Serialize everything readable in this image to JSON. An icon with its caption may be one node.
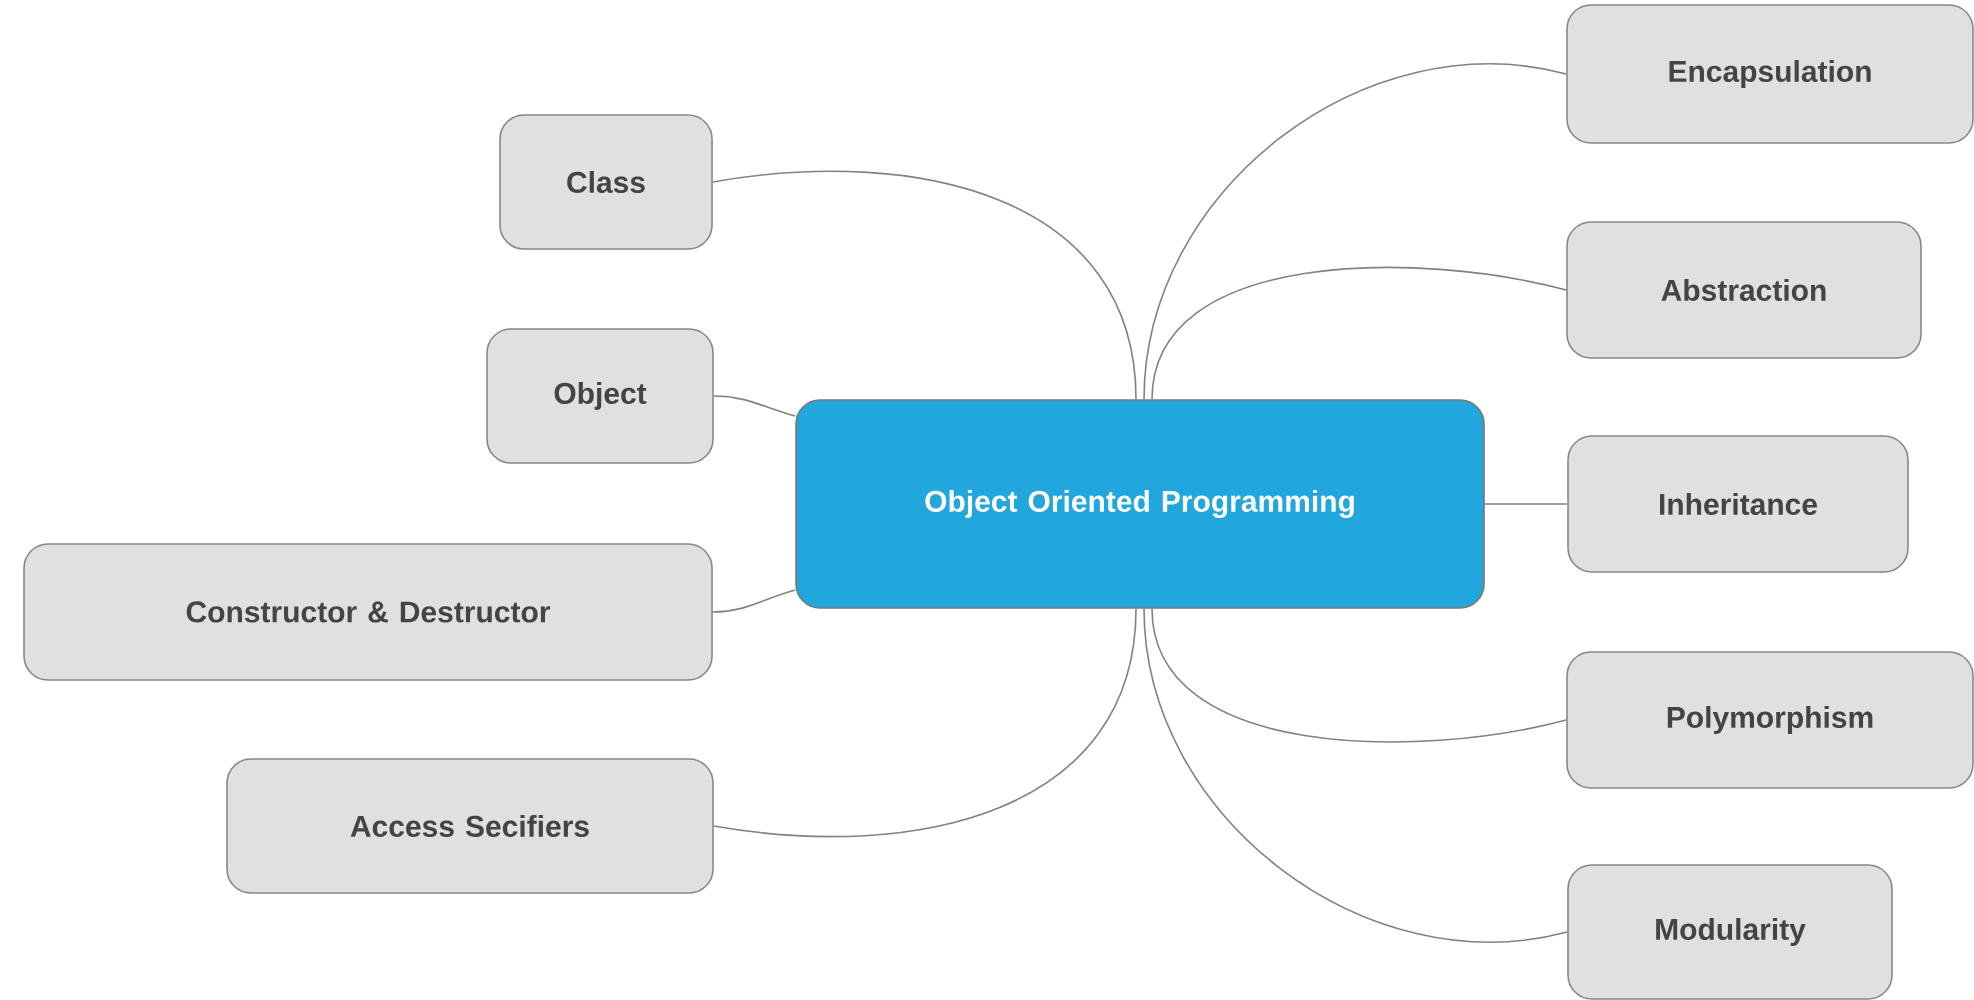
{
  "diagram": {
    "nodes": [
      {
        "text": [
          "Object Oriented Programming"
        ]
      },
      {
        "text": [
          "Class"
        ]
      },
      {
        "text": [
          "Object"
        ]
      },
      {
        "text": [
          "Constructor & Destructor"
        ]
      },
      {
        "text": [
          "Access Secifiers"
        ]
      },
      {
        "text": [
          "Encapsulation"
        ]
      },
      {
        "text": [
          "Abstraction"
        ]
      },
      {
        "text": [
          "Inheritance"
        ]
      },
      {
        "text": [
          "Polymorphism"
        ]
      },
      {
        "text": [
          "Modularity"
        ]
      }
    ],
    "edges": [
      {
        "from": 0,
        "to": 1,
        "arrow": "none"
      },
      {
        "from": 0,
        "to": 2,
        "arrow": "none"
      },
      {
        "from": 0,
        "to": 3,
        "arrow": "none"
      },
      {
        "from": 0,
        "to": 4,
        "arrow": "none"
      },
      {
        "from": 0,
        "to": 5,
        "arrow": "none"
      },
      {
        "from": 0,
        "to": 6,
        "arrow": "none"
      },
      {
        "from": 0,
        "to": 7,
        "arrow": "none"
      },
      {
        "from": 0,
        "to": 8,
        "arrow": "none"
      },
      {
        "from": 0,
        "to": 9,
        "arrow": "none"
      }
    ]
  }
}
